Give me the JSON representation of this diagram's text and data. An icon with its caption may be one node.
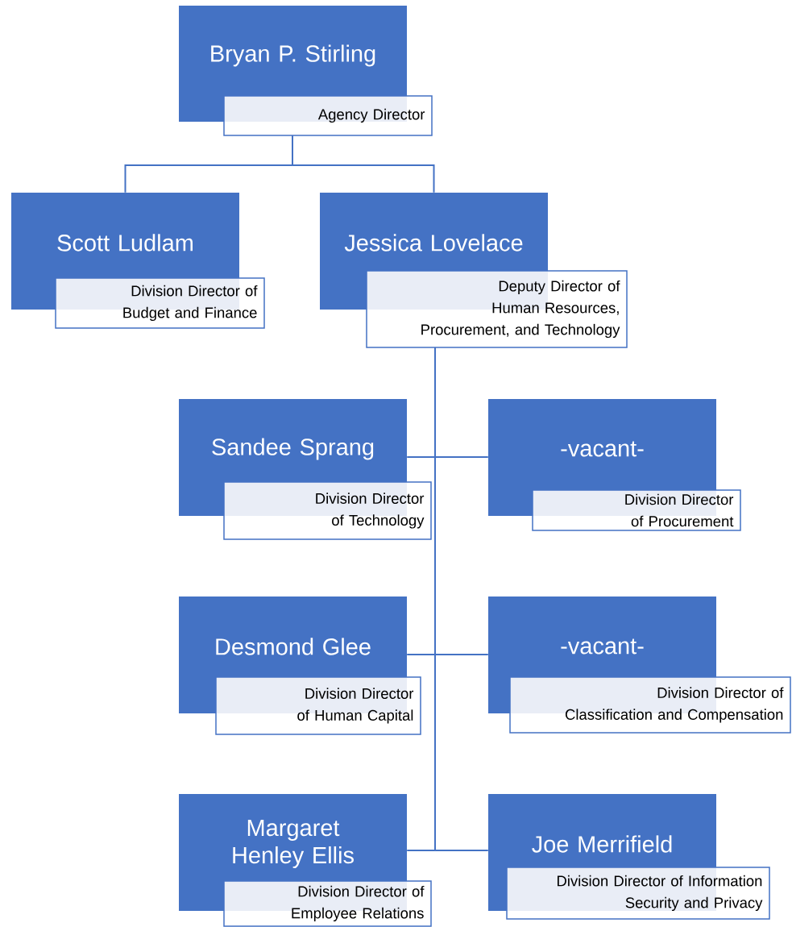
{
  "diagram": {
    "nodes": [
      {
        "text": [
          "Bryan P. Stirling",
          "Agency Director"
        ]
      },
      {
        "text": [
          "Scott Ludlam",
          "Division Director of Budget and Finance"
        ]
      },
      {
        "text": [
          "Jessica Lovelace",
          "Deputy Director of Human Resources, Procurement, and Technology"
        ]
      },
      {
        "text": [
          "Sandee Sprang",
          "Division Director of Technology"
        ]
      },
      {
        "text": [
          "-vacant-",
          "Division Director of Procurement"
        ]
      },
      {
        "text": [
          "Desmond Glee",
          "Division Director of Human Capital"
        ]
      },
      {
        "text": [
          "-vacant-",
          "Division Director of Classification and Compensation"
        ]
      },
      {
        "text": [
          "Margaret Henley Ellis",
          "Division Director of Employee Relations"
        ]
      },
      {
        "text": [
          "Joe Merrifield",
          "Division Director of Information Security and Privacy"
        ]
      }
    ],
    "edges": [
      {
        "from": 0,
        "to": 1,
        "arrow": "none"
      },
      {
        "from": 0,
        "to": 2,
        "arrow": "none"
      },
      {
        "from": 2,
        "to": 3,
        "arrow": "none"
      },
      {
        "from": 2,
        "to": 4,
        "arrow": "none"
      },
      {
        "from": 2,
        "to": 5,
        "arrow": "none"
      },
      {
        "from": 2,
        "to": 6,
        "arrow": "none"
      },
      {
        "from": 2,
        "to": 7,
        "arrow": "none"
      },
      {
        "from": 2,
        "to": 8,
        "arrow": "none"
      }
    ]
  }
}
